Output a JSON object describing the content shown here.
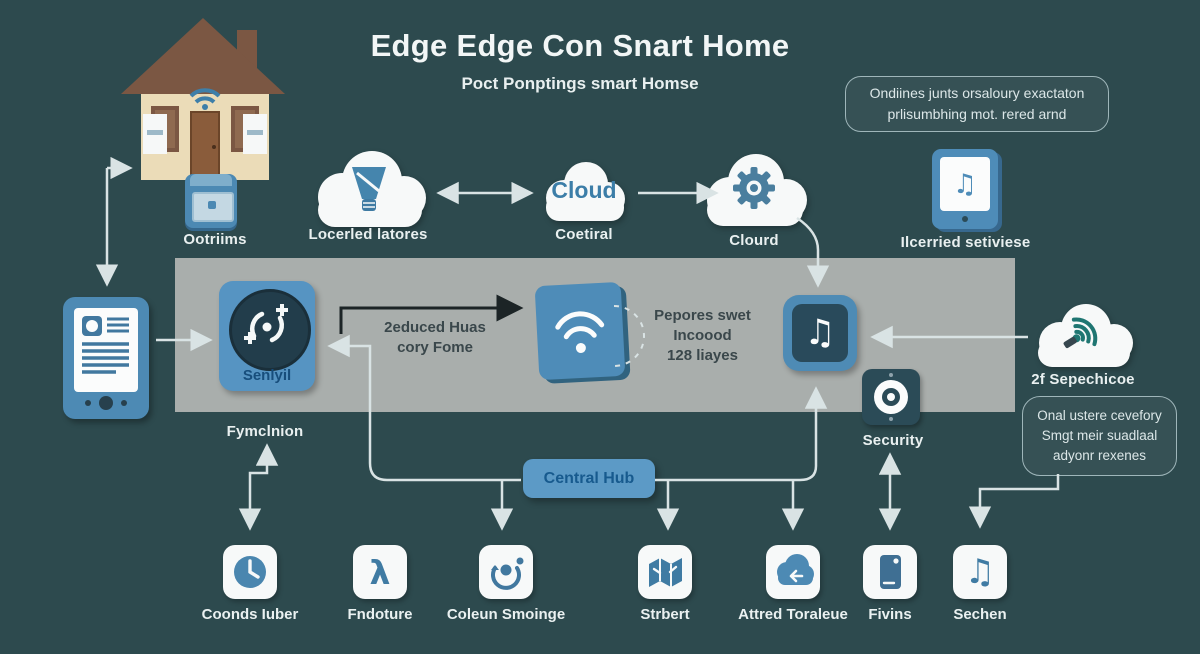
{
  "title": "Edge Edge Con Snart Home",
  "subtitle": "Poct Ponptings smart Homse",
  "note_top_right": {
    "line1": "Ondiines junts orsaloury exactaton",
    "line2": "prlisumbhing mot. rered arnd"
  },
  "note_right": {
    "line1": "Onal ustere cevefory",
    "line2": "Smgt meir suadlaal",
    "line3": "adyonr rexenes"
  },
  "nodes": {
    "house": {
      "label": "Ootriims"
    },
    "bulb_cloud": {
      "label": "Locerled latores"
    },
    "cloud_central": {
      "text": "Cloud",
      "label": "Coetiral"
    },
    "gear_cloud": {
      "label": "Clourd"
    },
    "media_tablet": {
      "label": "Ilcerried setiviese"
    },
    "left_tablet": {
      "label": "Fymclnion"
    },
    "senlyil_device": {
      "label": "Senlyil"
    },
    "security_device": {
      "label": "Security"
    },
    "wifi_cloud": {
      "label": "2f Sepechicoe"
    },
    "central_hub": {
      "label": "Central Hub"
    }
  },
  "band_notes": {
    "left": {
      "line1": "2educed Huas",
      "line2": "cory Fome"
    },
    "right": {
      "line1": "Pepores swet",
      "line2": "Incoood",
      "line3": "128 liayes"
    }
  },
  "bottom_icons": [
    {
      "icon": "clock-icon",
      "label": "Coonds Iuber"
    },
    {
      "icon": "lambda-icon",
      "label": "Fndoture"
    },
    {
      "icon": "user-sync-icon",
      "label": "Coleun Smoinge"
    },
    {
      "icon": "map-icon",
      "label": "Strbert"
    },
    {
      "icon": "cloud-transfer-icon",
      "label": "Attred Toraleue"
    },
    {
      "icon": "phone-icon",
      "label": "Fivins"
    },
    {
      "icon": "music-icon",
      "label": "Sechen"
    }
  ],
  "glyphs": {
    "music_note": "♫",
    "lambda": "λ"
  },
  "colors": {
    "background": "#2D4A4E",
    "band_gray": "#A9AEAC",
    "accent_blue": "#4E8CB8",
    "dark_navy": "#2B4B57",
    "cloud_white": "#F7F9F9",
    "arrow_light": "#D9E3E4",
    "arrow_black": "#1C2426",
    "text_light": "#E9F0F0",
    "hub_text": "#175A8E"
  }
}
